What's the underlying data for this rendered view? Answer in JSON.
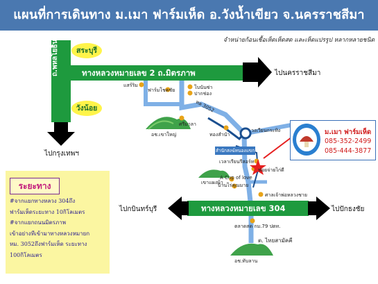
{
  "title": "แผนที่การเดินทาง ม.เมา ฟาร์มเห็ด อ.วังน้ำเขียว จ.นครราชสีมา",
  "subtitle": "จำหน่ายก้อนเชื้อเห็ดเห็ดสด และเห็ดแปรรูป หลากหลายชนิด",
  "colors": {
    "title_bg": "#4a78b0",
    "highway": "#1e9a3e",
    "road": "#7fb0e6",
    "oval": "#fff44a",
    "info_bg": "#fbf6a1",
    "pin": "#e62020"
  },
  "highways": {
    "route2": "ทางหลวงหมายเลข 2 ถ.มิตรภาพ",
    "route304": "ทางหลวงหมายเลข 304",
    "phahonyothin": "ถ.พหลโยธิน"
  },
  "provinces": {
    "saraburi": "สระบุรี",
    "wangnoi": "วังน้อย"
  },
  "destinations": {
    "to_nakhon": "ไปนครราชสีมา",
    "to_bangkok": "ไปกรุงเทพฯ",
    "to_prachinburi": "ไปกบินทร์บุรี",
    "to_pakthongchai": "ไปปักธงชัย"
  },
  "roads": {
    "r3052": "ทล 3052",
    "thaisamakkhi": "ต. ไทยสามัคคี"
  },
  "places": {
    "saeng_rim": "แสร์ริม",
    "farm_chokchai": "ฟาร์มโชคชัย",
    "bonanza": "โบนันซ่า",
    "pak_chong": "ปากช่อง",
    "sri_wan": "ศรีมาลา",
    "khao_yai": "อช.เขาใหญ่",
    "thong_samnak": "ทองสำนำ",
    "wongwian": "วงเวียนกระทิง",
    "temple": "สำนักสงฆ์หนองแขก",
    "resort": "เวลาเรียนรีสอร์ท",
    "chokchai_farm2": "ฟ่อยจ่ายไก่ดี",
    "khao_pong": "เขาแผงม้า",
    "cup_of_love": "A Cup of love",
    "ban_sukhuma": "บ้านไร่คุณมาย",
    "shrine": "ศาลเจ้าพ่อหลวงชาย",
    "market": "ตลาดสด กม.79 ปตท.",
    "thap_lan": "อช.ทับลาน"
  },
  "shop": {
    "name": "ม.เมา ฟาร์มเห็ด",
    "phone1": "085-352-2499",
    "phone2": "085-444-3877"
  },
  "info": {
    "title": "ระยะทาง",
    "lines": [
      "#จากแยกทางหลวง 304ถึง",
      "ฟาร์มเห็ดระยะทาง 10กิโลเมตร",
      "#จากแยกถนนมิตรภาพ",
      "เข้าอย่างทีเข้ามาทางหลวงหมายก",
      "หม. 3052ถึงฟาร์มเห็ด ระยะทาง",
      "100กิโลเมตร"
    ]
  }
}
